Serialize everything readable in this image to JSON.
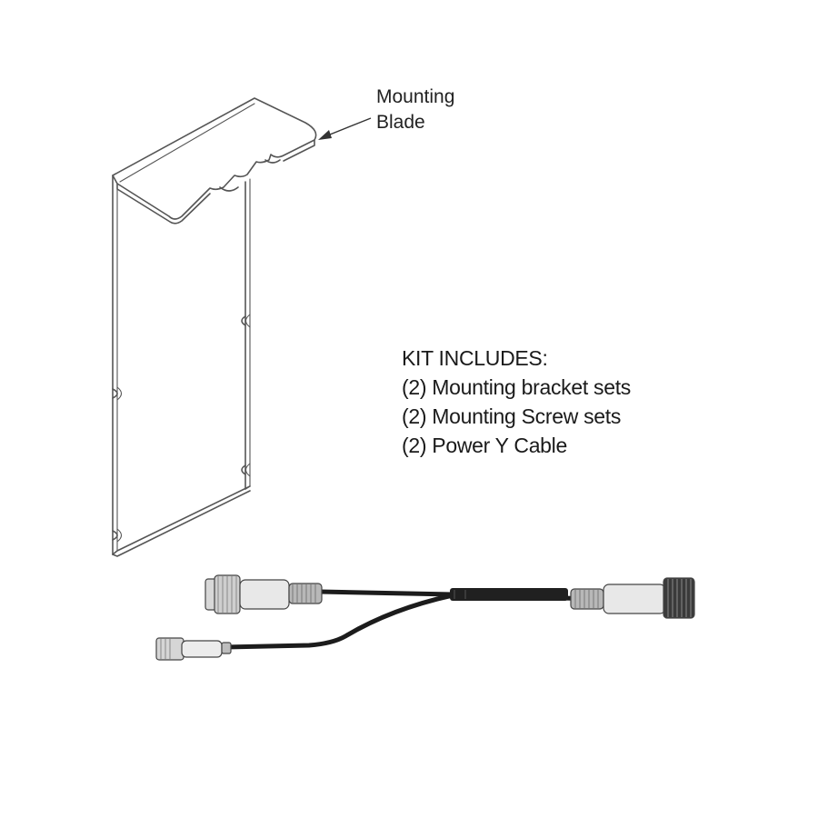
{
  "callout": {
    "line1": "Mounting",
    "line2": "Blade"
  },
  "kit": {
    "heading": "KIT INCLUDES:",
    "items": [
      "(2) Mounting bracket sets",
      "(2) Mounting Screw sets",
      "(2) Power Y Cable"
    ]
  },
  "colors": {
    "line": "#555555",
    "cable": "#1a1a1a",
    "connector": "#e4e4e4"
  }
}
